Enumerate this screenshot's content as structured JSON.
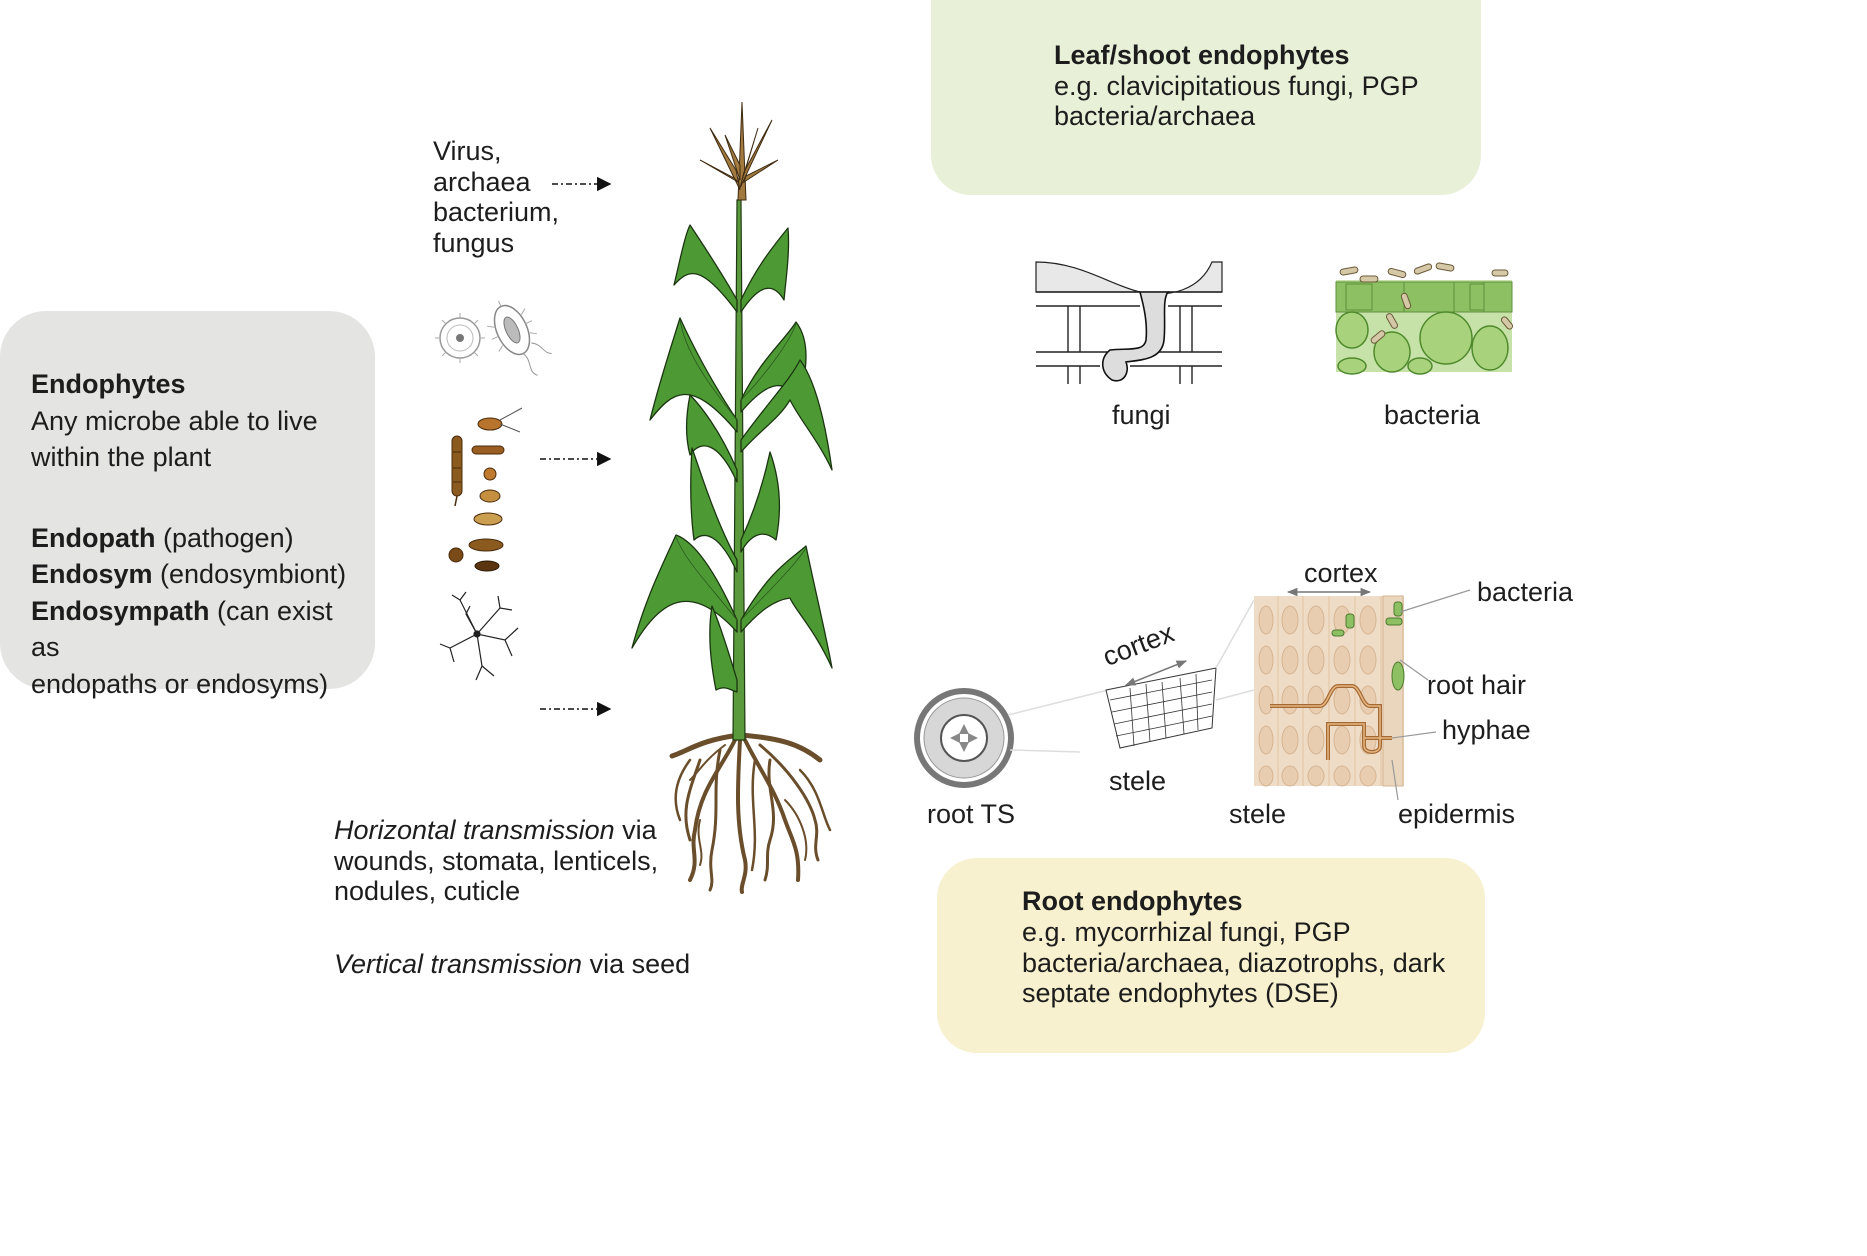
{
  "endophytes_box": {
    "title": "Endophytes",
    "line1": "Any microbe able to live",
    "line2": "within the plant",
    "endopath_term": "Endopath",
    "endopath_desc": " (pathogen)",
    "endosym_term": "Endosym",
    "endosym_desc": " (endosymbiont)",
    "endosympath_term": "Endosympath",
    "endosympath_desc": " (can exist as",
    "endosympath_line2": "endopaths or endosyms)",
    "color": "#e4e4e3"
  },
  "microbes_label": {
    "line1": "Virus,",
    "line2": "archaea",
    "line3": "bacterium,",
    "line4": "fungus"
  },
  "transmission": {
    "horizontal_term": "Horizontal transmission",
    "horizontal_rest": " via",
    "horizontal_line2": "wounds, stomata, lenticels,",
    "horizontal_line3": "nodules, cuticle",
    "vertical_term": "Vertical transmission",
    "vertical_rest": " via seed"
  },
  "leaf_box": {
    "title": "Leaf/shoot endophytes",
    "line1": "e.g. clavicipitatious fungi, PGP",
    "line2": "bacteria/archaea",
    "color": "#e9f0d8"
  },
  "leaf_insets": {
    "fungi": "fungi",
    "bacteria": "bacteria"
  },
  "root_detail": {
    "cortex_top": "cortex",
    "cortex_diag": "cortex",
    "bacteria": "bacteria",
    "root_hair": "root hair",
    "hyphae": "hyphae",
    "stele_mid": "stele",
    "root_ts": "root TS",
    "stele_bottom": "stele",
    "epidermis": "epidermis"
  },
  "root_box": {
    "title": "Root endophytes",
    "line1": "e.g. mycorrhizal fungi, PGP",
    "line2": "bacteria/archaea, diazotrophs, dark",
    "line3": "septate endophytes (DSE)",
    "color": "#f8f1cf"
  },
  "colors": {
    "leaf_green": "#4d9a35",
    "stem_green": "#5a9a3c",
    "root_brown": "#6a4e2b",
    "tassel_brown": "#a27a3f",
    "bacteria_green": "#8dc063",
    "cortex_tan": "#efdcc6"
  }
}
